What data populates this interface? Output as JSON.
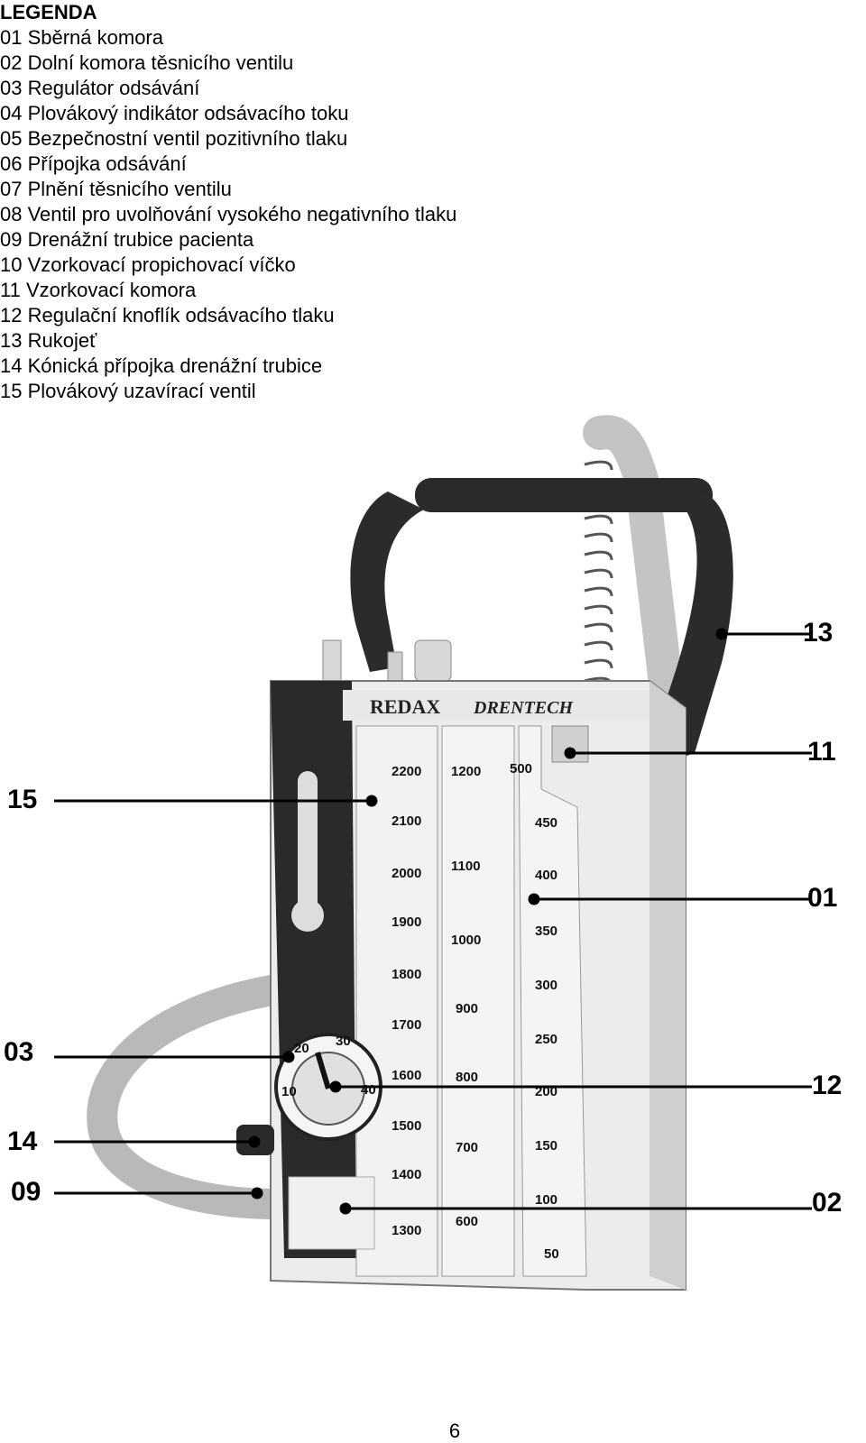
{
  "legend": {
    "title": "LEGENDA",
    "items": [
      "01 Sběrná komora",
      "02 Dolní komora těsnicího ventilu",
      "03 Regulátor odsávání",
      "04 Plovákový indikátor odsávacího toku",
      "05 Bezpečnostní ventil pozitivního tlaku",
      "06 Přípojka odsávání",
      "07 Plnění těsnicího ventilu",
      "08 Ventil pro uvolňování vysokého negativního tlaku",
      "09 Drenážní trubice pacienta",
      "10 Vzorkovací propichovací víčko",
      "11 Vzorkovací komora",
      "12 Regulační knoflík odsávacího tlaku",
      "13 Rukojeť",
      "14 Kónická přípojka drenážní trubice",
      "15 Plovákový uzavírací ventil"
    ]
  },
  "figure": {
    "brand": "REDAX",
    "product": "DRENTECH",
    "callouts": {
      "c13": "13",
      "c11": "11",
      "c15": "15",
      "c01": "01",
      "c03": "03",
      "c12": "12",
      "c14": "14",
      "c09": "09",
      "c02": "02"
    },
    "scale_left": [
      "2200",
      "2100",
      "2000",
      "1900",
      "1800",
      "1700",
      "1600",
      "1500",
      "1400",
      "1300"
    ],
    "scale_mid": [
      "1200",
      "1100",
      "1000",
      "900",
      "800",
      "700",
      "600"
    ],
    "scale_right": [
      "500",
      "450",
      "400",
      "350",
      "300",
      "250",
      "200",
      "150",
      "100",
      "50"
    ],
    "dial_numbers": [
      "10",
      "20",
      "30",
      "40"
    ]
  },
  "page_number": "6"
}
